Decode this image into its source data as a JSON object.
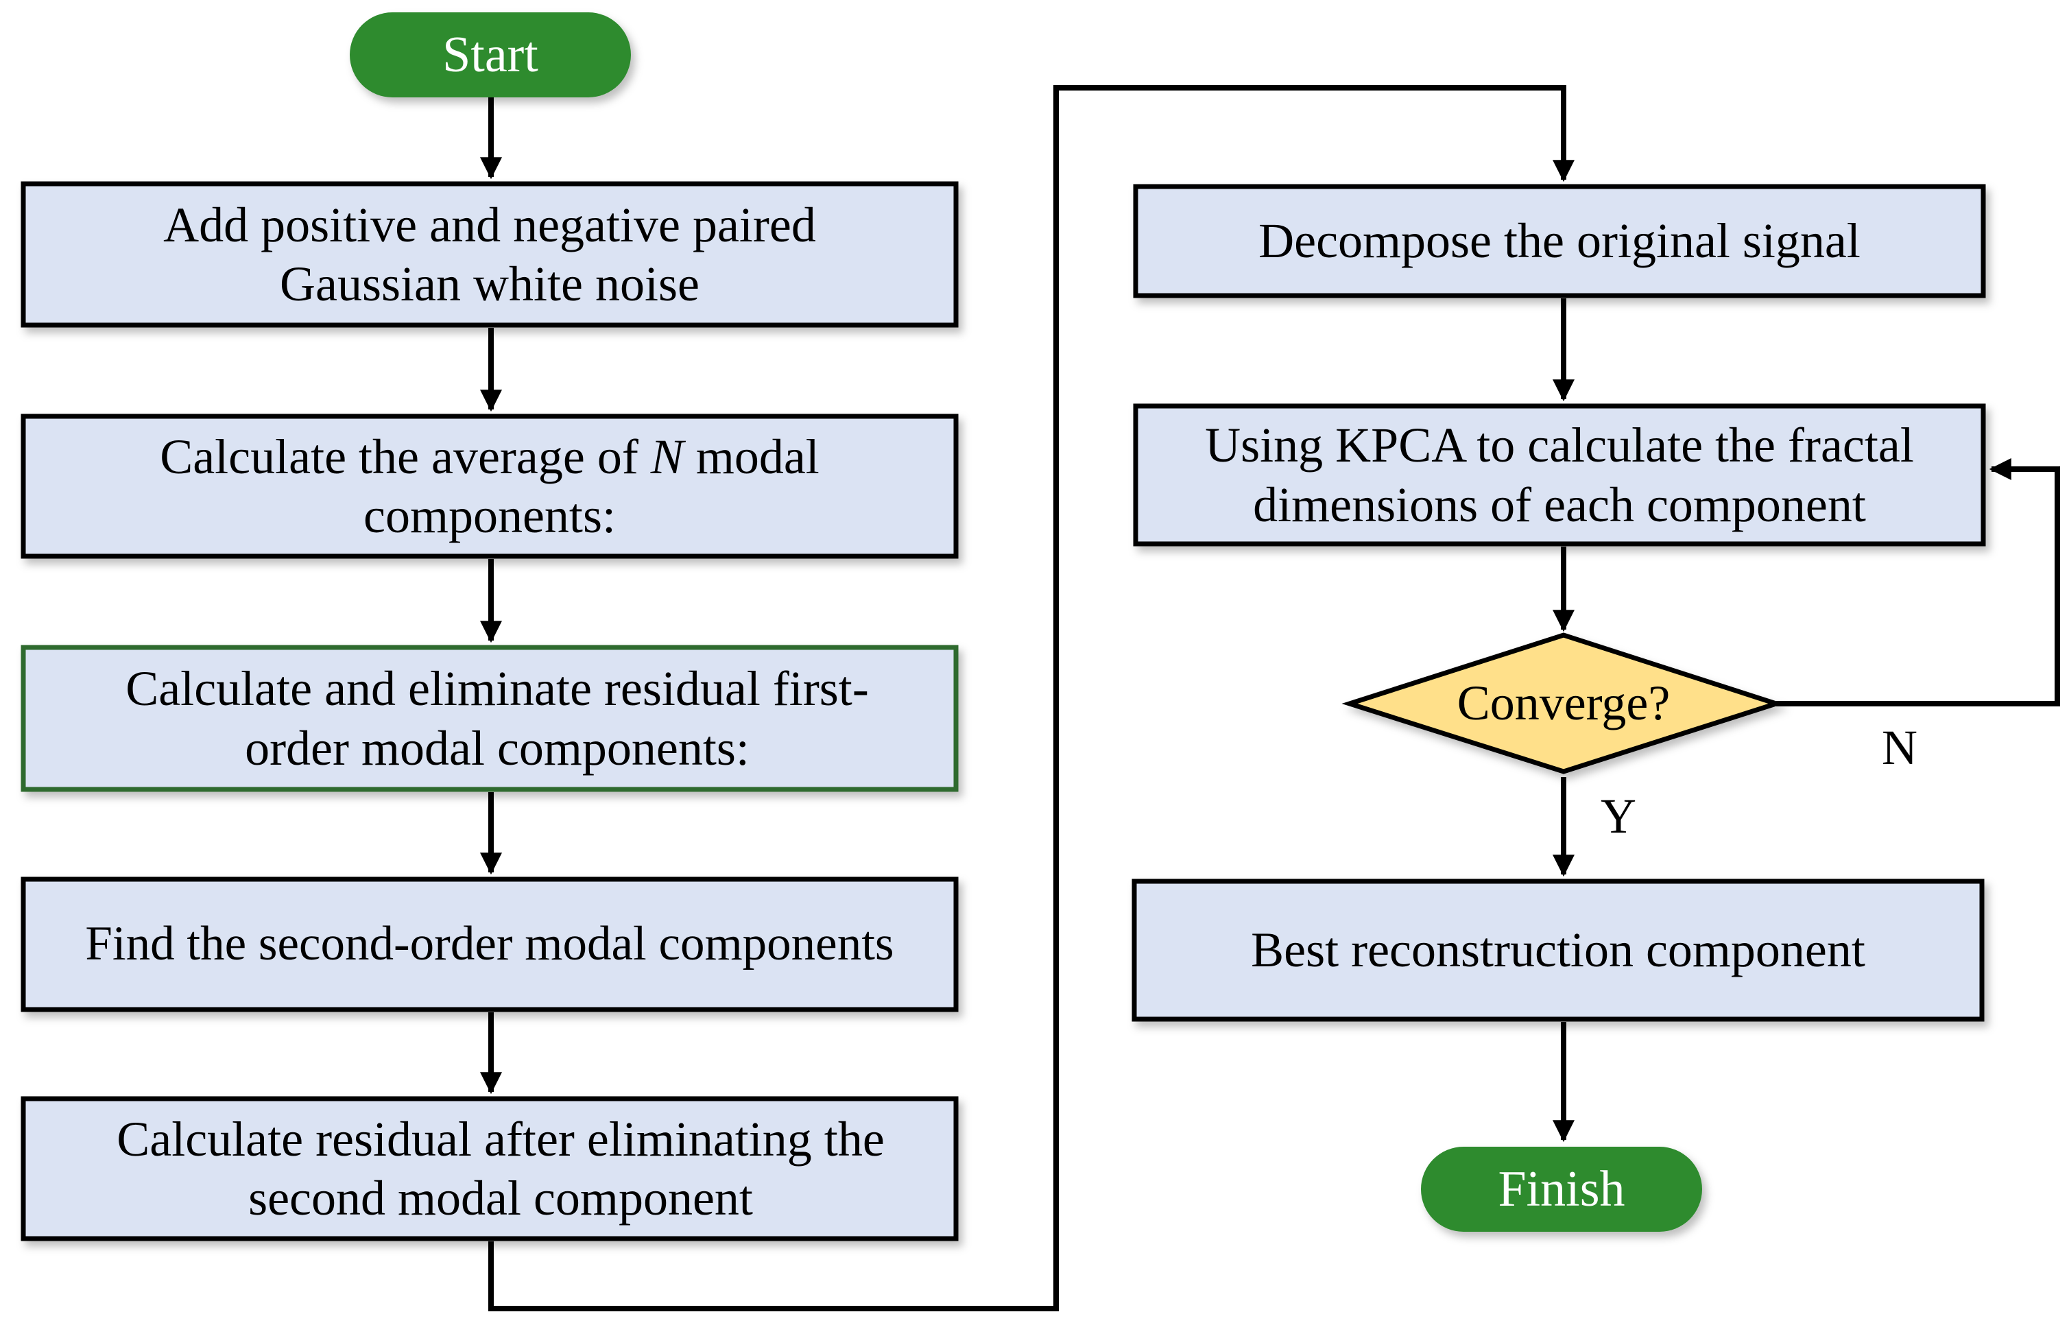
{
  "colors": {
    "box_fill": "#dbe3f3",
    "box_stroke": "#000000",
    "highlight_stroke": "#2e6b2e",
    "terminal_fill": "#2e8b2e",
    "decision_fill": "#ffe08a",
    "line": "#000000"
  },
  "nodes": {
    "start": "Start",
    "add_noise": "Add positive and negative paired Gaussian white noise",
    "avg_pre": "Calculate the average of ",
    "avg_var": "N",
    "avg_post": " modal components:",
    "first_order": "Calculate and eliminate residual first-order modal components:",
    "second_order": "Find the second-order modal components",
    "residual": "Calculate residual after eliminating the second modal component",
    "decompose": "Decompose the original signal",
    "kpca": "Using KPCA to calculate the fractal dimensions of each component",
    "converge": "Converge?",
    "best": "Best reconstruction component",
    "finish": "Finish"
  },
  "edge_labels": {
    "no": "N",
    "yes": "Y"
  }
}
